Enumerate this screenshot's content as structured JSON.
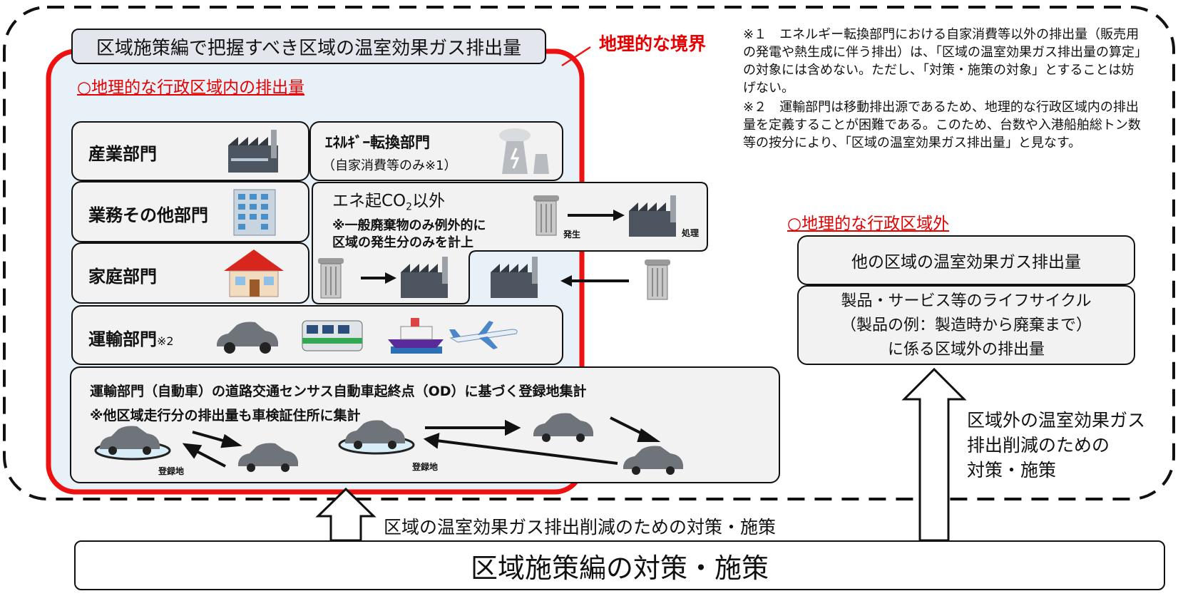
{
  "header": {
    "title": "区域施策編で把握すべき区域の温室効果ガス排出量",
    "boundary_label": "地理的な境界",
    "inside_label": "○地理的な行政区域内の排出量",
    "outside_label": "○地理的な行政区域外"
  },
  "sectors": {
    "industry": "産業部門",
    "energy_title": "ｴﾈﾙｷﾞｰ転換部門",
    "energy_note": "（自家消費等のみ※1）",
    "business": "業務その他部門",
    "household": "家庭部門",
    "transport": "運輸部門",
    "transport_mark": "※2"
  },
  "non_energy": {
    "title_prefix": "エネ起CO",
    "title_sub": "2",
    "title_suffix": "以外",
    "note_line1": "※一般廃棄物のみ例外的に",
    "note_line2": "区域の発生分のみを計上",
    "generate_label": "発生",
    "process_label": "処理"
  },
  "od": {
    "title": "運輸部門（自動車）の道路交通センサス自動車起終点（OD）に基づく登録地集計",
    "note": "※他区域走行分の排出量も車検証住所に集計",
    "registered_label": "登録地"
  },
  "notes": {
    "note1": "※１　エネルギー転換部門における自家消費等以外の排出量（販売用の発電や熱生成に伴う排出）は、「区域の温室効果ガス排出量の算定」の対象には含めない。ただし、「対策・施策の対象」とすることは妨げない。",
    "note2": "※２　運輸部門は移動排出源であるため、地理的な行政区域内の排出量を定義することが困難である。このため、台数や入港船舶総トン数等の按分により、「区域の温室効果ガス排出量」と見なす。"
  },
  "outside": {
    "other_region": "他の区域の温室効果ガス排出量",
    "lifecycle_line1": "製品・サービス等のライフサイクル",
    "lifecycle_line2": "（製品の例：製造時から廃棄まで）",
    "lifecycle_line3": "に係る区域外の排出量"
  },
  "measures": {
    "inside_arrow_label": "区域の温室効果ガス排出削減のための対策・施策",
    "outside_arrow_line1": "区域外の温室効果ガス",
    "outside_arrow_line2": "排出削減のための",
    "outside_arrow_line3": "対策・施策",
    "bottom_title": "区域施策編の対策・施策"
  },
  "colors": {
    "boundary_red": "#ee1111",
    "inner_fill": "#e7f1f7",
    "box_fill": "#f2f2f2",
    "label_red": "#e60000"
  }
}
